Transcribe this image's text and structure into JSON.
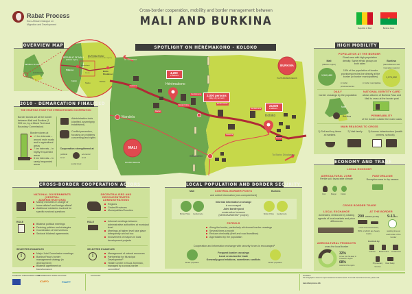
{
  "header": {
    "subtitle": "Cross-border cooperation, mobility and border management between",
    "title": "MALI AND BURKINA",
    "logo_name": "Rabat Process",
    "logo_tagline_1": "Euro-African Dialogue on",
    "logo_tagline_2": "Migration and Development",
    "flags": [
      {
        "label": "Republic of Mali",
        "colors": [
          "#14b53a",
          "#fcd116",
          "#ce1126"
        ]
      },
      {
        "label": "Burkina Faso",
        "colors": [
          "#ef2b2d",
          "#009e49",
          "#fcd116"
        ]
      }
    ]
  },
  "overview": {
    "title": "OVERVIEW MAP",
    "mali": "REPUBLIC OF MALI",
    "burkina": "BURKINA FASO",
    "inset_mali": "REPUBLIC OF MALI",
    "inset_mali_sub": "(Sikasso region)",
    "inset_burkina": "BURKINA FASO",
    "inset_burkina_sub": "(Hauts Bassins and Cascades regions)",
    "sikasso": "Sikasso",
    "bobo": "Bobo Dioulasso",
    "kadiolo": "Kadiolo",
    "sindou": "Sindou",
    "banfora": "Banfora",
    "heremakono": "Hérémakono",
    "koloko": "Koloko"
  },
  "demarcation": {
    "title": "2010 - DEMARCATION FINALISED",
    "subtitle": "THE STARTING POINT FOR STRENGTHENED COOPERATION",
    "stones": "Border stones set at the border between Mali and Burkina (1 303 km, by a Mixed Technical Boundary Commission)",
    "intervals_intro": "Border stones at",
    "intervals": [
      "<1 km intervals – around main roads and in agricultural areas",
      "7 km intervals – in highly frequented areas",
      "5 km intervals – in rarely frequented areas"
    ],
    "admin": "Administrative tools (clarified, sovereignty established)",
    "conflict": "Conflict prevention, focusing on problems concerning land rights",
    "coop": "Cooperation strengthened at",
    "political": "political level",
    "economic": "economic level",
    "social": "social level"
  },
  "spotlight": {
    "title": "SPOTLIGHT ON HÉRÉMAKONO - KOLOKO",
    "to_sikasso": "To Sikasso",
    "heremakono": "Hérémakono",
    "mandela": "Mandela",
    "sifarasso": "Sifarasso",
    "koloko": "Koloko",
    "to_bobo": "To Bobo Dioulasso",
    "mali": "MALI",
    "mali_region": "SIKASSO REGION",
    "burkina": "BURKINA",
    "burkina_region": "HAUTS BASSINS REGION",
    "callout_heremakono": "4,200",
    "callout_heremakono_unit": "inhabitants",
    "callout_crossing": "2,000 persons",
    "callout_crossing_unit": "(daily entry and exit)",
    "callout_koloko": "24,000",
    "callout_koloko_unit": "inhabitants",
    "tags": [
      "Customs",
      "Border Police",
      "Gendarmerie",
      "Market",
      "Border Police",
      "Customs",
      "Gendarmerie",
      "Market"
    ]
  },
  "mobility": {
    "title": "HIGH MOBILITY",
    "pop_heading": "POPULATION AT THE BORDER",
    "pop_text": "Rural area with high population density. Same ethnic groups on both sides",
    "mali": "Mali",
    "mali_sub": "(Sikasso region)",
    "mali_value": "1,540,480",
    "burkina": "Burkina",
    "burkina_sub": "(Hauts Bassins and Cascades regions)",
    "burkina_value": "1,279,052",
    "share_text": "15% of the population of border provinces/cercles live directly at the border (in border municipalities)",
    "legend_1": "in border provinces/cercles",
    "legend_2": "in border municipalities",
    "daily": "DAILY",
    "daily_text": "border crossings by the population",
    "id_card": "NATIONAL IDENTITY CARD",
    "id_text": "allows citizens of Burkina Faso and Mali to cross at the border post",
    "map_mali": "Mali",
    "map_burkina": "Burkina",
    "permeability": "PERMEABILITY",
    "permeability_text": "of the border outside the main roads",
    "reasons_heading": "MAIN REASONS TO CROSS",
    "reasons": [
      "1) Sell and buy items at markets",
      "2) Visit family",
      "3) Access infrastructure (health centres, schools)"
    ]
  },
  "economy": {
    "title": "ECONOMY AND TRADE",
    "local": "LOCAL ECONOMY",
    "agri": "AGRICULTURAL ZONE",
    "agri_text": "Fertile soil, favourable climate",
    "crops": [
      "Corn",
      "Mango",
      "Cotton"
    ],
    "pastoral": "PASTORALISM",
    "pastoral_text": "Reception area in dry season",
    "trade": "CROSS BORDER TRADE",
    "exchange": "LOCAL EXCHANGE",
    "exchange_text": "dominates, reinforced by rotating agenda of local markets and price differences",
    "at_border": "AT THE BORDER",
    "vehicles": "200",
    "vehicles_unit": "vehicles per day",
    "vehicles_text": "cross the local border, 80% of which are heavy trucks",
    "wait": "9-13",
    "wait_unit": "hrs",
    "wait_text": "waiting time at each side of the border",
    "controls": "Controls by",
    "control_items": [
      "Customs",
      "Border Police",
      "Gendarmerie",
      "Phytosanitary Services",
      "Road Safety"
    ],
    "agri_products": "AGRICULTURAL PRODUCTS",
    "agri_products_text": "cross the local border",
    "far_pct": "32%",
    "far_text": "comes from far away or crosses the region",
    "local_pct": "68%",
    "local_text": "remains in the region",
    "far_fraction": 0.32
  },
  "actors": {
    "title": "CROSS-BORDER COOPERATION ACTORS",
    "national": "NATIONAL GOVERNMENTS (CENTRAL ADMINISTRATIONS)",
    "national_items": [
      "Mainly ministries in charge of home affairs¹ and foreign affairs²",
      "Additional ministries involved for specific sectoral questions"
    ],
    "decentral": "DECENTRALISED AND DECONCENTRATED ADMINISTRATIONS",
    "decentral_items": [
      "Regions",
      "Circles/Provinces",
      "Municipalities/Counties"
    ],
    "role": "ROLE",
    "national_roles": [
      "Bilateral political meetings",
      "Devising policies and strategies",
      "Coordination of interventions",
      "Sectoral bilateral agreements"
    ],
    "decentral_roles": [
      "Informal meetings between administrative authorities at municipal level",
      "Meetings at higher level take place infrequently and ad hoc",
      "Involvement of mayors in local development projects"
    ],
    "examples": "SELECTED EXAMPLES",
    "national_examples": [
      "Major Joint Commission meetings",
      "Burkina Faso's border management strategy (in development)",
      "Bilateral agreement on transhumance"
    ],
    "decentral_examples": [
      "Management of natural resources",
      "Partnership for Municipal Development³",
      "Health Centre in Koza-Tominian, managed by a cross-border committee⁴"
    ]
  },
  "security": {
    "title": "LOCAL POPULATION AND BORDER SECURITY",
    "mali": "Mali",
    "burkina": "Burkina",
    "posts": "CONTROL BORDER POSTS",
    "posts_text": "and collect information (non-computerised)",
    "exchange": "Informal information exchange",
    "exchange_sub": "is encouraged",
    "joint": "Joint border post",
    "joint_sub": "construction foreseen",
    "joint_sub2": "(UEMOA/WAEMU⁵ project)",
    "police": "Border Police",
    "gendarmerie": "Gendarmerie",
    "patrols": "PATROLS",
    "patrol_items": [
      "Along the border, particularly at informal border crossings",
      "Several times a month",
      "Reduce criminality (theft and road banditism)",
      "Appreciated by the population"
    ],
    "coop": "Cooperation and information exchange with security forces is encouraged⁶",
    "relations": [
      "Frequent border crossings",
      "Local cross-border trade",
      "Generally good relations, sometimes conflicts"
    ],
    "population": "Border population"
  },
  "footer": {
    "funded": "FUNDED BY THE EUROPEAN UNION",
    "implemented": "IMPLEMENTED BY ICMPD AND FIIAPP",
    "icmpd": "ICMPD",
    "fiiapp": "FIIAPP",
    "footnotes": "FOOTNOTES",
    "sources": "SOURCES",
    "sources_text": "This infographic is based on expert missions and desk research. To consult the full list of sources, please visit:",
    "links": "www.rabat-process.info"
  },
  "colors": {
    "background": "#e7efc4",
    "panel": "#cfe29b",
    "mali_green": "#6ea84e",
    "burkina_lime": "#c6d84a",
    "accent_red": "#e04a4f",
    "header_dark": "#3d3d3b"
  }
}
